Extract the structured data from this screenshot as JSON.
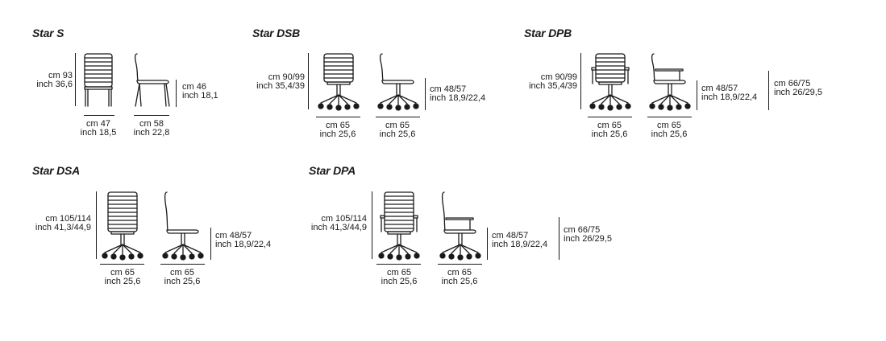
{
  "colors": {
    "ink": "#1a1a1a",
    "background": "#ffffff"
  },
  "products": {
    "star_s": {
      "name": "Star S",
      "height": {
        "cm": "cm 93",
        "inch": "inch 36,6"
      },
      "seat": {
        "cm": "cm 46",
        "inch": "inch 18,1"
      },
      "width": {
        "cm": "cm 47",
        "inch": "inch 18,5"
      },
      "depth": {
        "cm": "cm 58",
        "inch": "inch 22,8"
      }
    },
    "star_dsb": {
      "name": "Star DSB",
      "height": {
        "cm": "cm 90/99",
        "inch": "inch 35,4/39"
      },
      "seat": {
        "cm": "cm 48/57",
        "inch": "inch 18,9/22,4"
      },
      "width": {
        "cm": "cm 65",
        "inch": "inch 25,6"
      },
      "depth": {
        "cm": "cm 65",
        "inch": "inch 25,6"
      }
    },
    "star_dpb": {
      "name": "Star DPB",
      "height": {
        "cm": "cm 90/99",
        "inch": "inch 35,4/39"
      },
      "seat": {
        "cm": "cm 48/57",
        "inch": "inch 18,9/22,4"
      },
      "arm": {
        "cm": "cm 66/75",
        "inch": "inch 26/29,5"
      },
      "width": {
        "cm": "cm 65",
        "inch": "inch 25,6"
      },
      "depth": {
        "cm": "cm 65",
        "inch": "inch 25,6"
      }
    },
    "star_dsa": {
      "name": "Star DSA",
      "height": {
        "cm": "cm 105/114",
        "inch": "inch 41,3/44,9"
      },
      "seat": {
        "cm": "cm 48/57",
        "inch": "inch 18,9/22,4"
      },
      "width": {
        "cm": "cm 65",
        "inch": "inch 25,6"
      },
      "depth": {
        "cm": "cm 65",
        "inch": "inch 25,6"
      }
    },
    "star_dpa": {
      "name": "Star DPA",
      "height": {
        "cm": "cm 105/114",
        "inch": "inch 41,3/44,9"
      },
      "seat": {
        "cm": "cm 48/57",
        "inch": "inch 18,9/22,4"
      },
      "arm": {
        "cm": "cm 66/75",
        "inch": "inch 26/29,5"
      },
      "width": {
        "cm": "cm 65",
        "inch": "inch 25,6"
      },
      "depth": {
        "cm": "cm 65",
        "inch": "inch 25,6"
      }
    }
  }
}
